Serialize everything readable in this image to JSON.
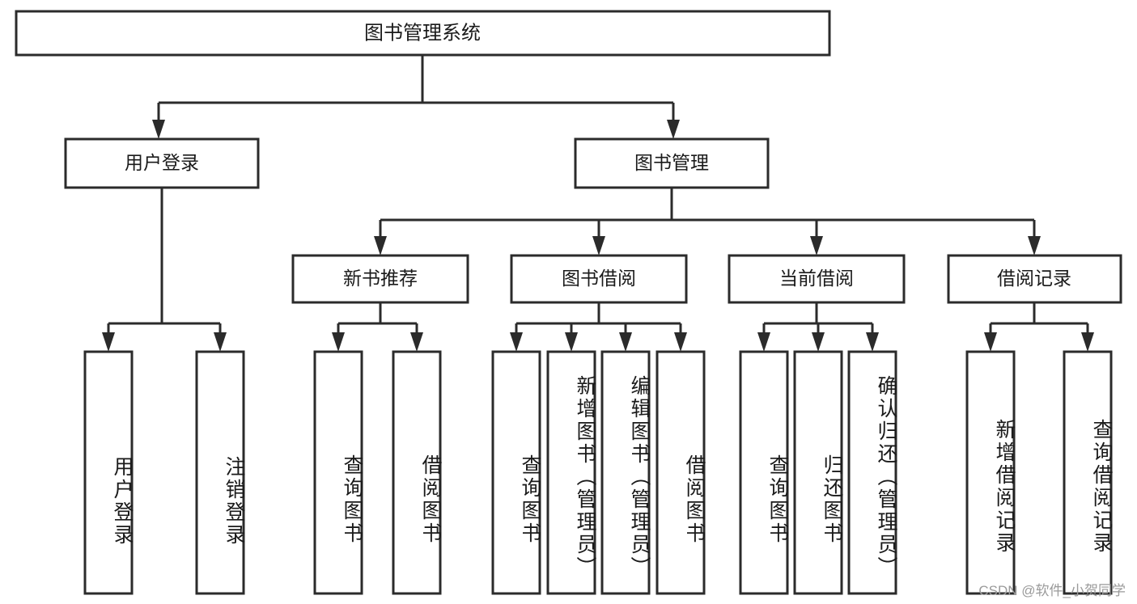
{
  "diagram": {
    "title": "图书管理系统",
    "watermark": "CSDN @软件_小贺同学",
    "style": {
      "background": "#ffffff",
      "box_stroke": "#2b2b2b",
      "box_fill": "#ffffff",
      "text_color": "#1a1a1a",
      "watermark_color": "#9a9a9a"
    },
    "root": {
      "label": "图书管理系统",
      "level": 0
    },
    "level1": [
      {
        "label": "用户登录"
      },
      {
        "label": "图书管理"
      }
    ],
    "level2": [
      {
        "label": "新书推荐",
        "parent": "图书管理"
      },
      {
        "label": "图书借阅",
        "parent": "图书管理"
      },
      {
        "label": "当前借阅",
        "parent": "图书管理"
      },
      {
        "label": "借阅记录",
        "parent": "图书管理"
      }
    ],
    "leaves": {
      "user_login": [
        {
          "label": "用户登录"
        },
        {
          "label": "注销登录"
        }
      ],
      "new_book": [
        {
          "label": "查询图书"
        },
        {
          "label": "借阅图书"
        }
      ],
      "book_borrow": [
        {
          "label": "查询图书"
        },
        {
          "label": "新增图书（管理员）"
        },
        {
          "label": "编辑图书（管理员）"
        },
        {
          "label": "借阅图书"
        }
      ],
      "current_borrow": [
        {
          "label": "查询图书"
        },
        {
          "label": "归还图书"
        },
        {
          "label": "确认归还（管理员）"
        }
      ],
      "borrow_record": [
        {
          "label": "新增借阅记录"
        },
        {
          "label": "查询借阅记录"
        }
      ]
    }
  }
}
